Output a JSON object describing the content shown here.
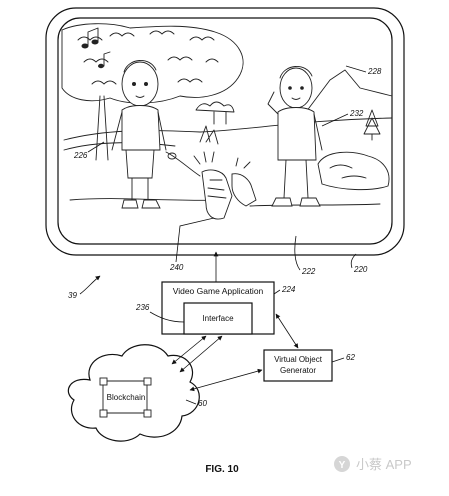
{
  "figure": {
    "caption": "FIG. 10"
  },
  "boxes": {
    "app": "Video Game Application",
    "interface": "Interface",
    "generator_line1": "Virtual Object",
    "generator_line2": "Generator",
    "blockchain": "Blockchain"
  },
  "refs": {
    "r39": "39",
    "r220": "220",
    "r222": "222",
    "r224": "224",
    "r226": "226",
    "r228": "228",
    "r232": "232",
    "r236": "236",
    "r240": "240",
    "r60": "60",
    "r62": "62"
  },
  "watermark": {
    "text": "小蔡 APP",
    "icon": "y-logo-icon"
  }
}
